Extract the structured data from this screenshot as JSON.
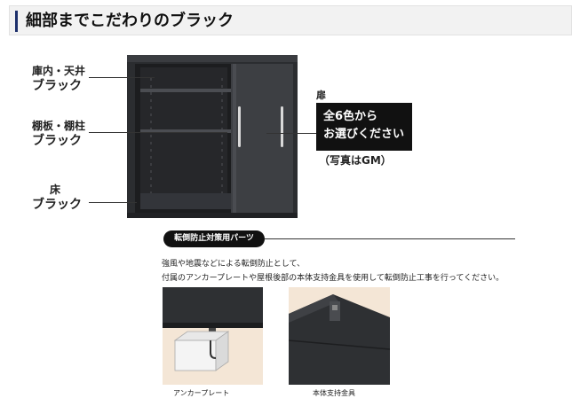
{
  "header": {
    "title": "細部までこだわりのブラック"
  },
  "callouts": [
    {
      "small": "庫内・天井",
      "big": "ブラック"
    },
    {
      "small": "棚板・棚柱",
      "big": "ブラック"
    },
    {
      "small": "床",
      "big": "ブラック"
    }
  ],
  "door": {
    "label": "扉",
    "box_line1": "全6色から",
    "box_line2": "お選びください",
    "note": "（写真はGM）"
  },
  "parts": {
    "badge": "転倒防止対策用パーツ",
    "desc_line1": "強風や地震などによる転倒防止として、",
    "desc_line2": "付属のアンカープレートや屋根後部の本体支持金具を使用して転倒防止工事を行ってください。",
    "captions": [
      "アンカープレート",
      "本体支持金具"
    ]
  },
  "colors": {
    "accent": "#1d2f6b",
    "cabinet": "#2e3033",
    "photo_bg": "#f4e6d6"
  },
  "icons": [
    "shed-photo",
    "anchor-plate-photo",
    "support-bracket-photo"
  ]
}
